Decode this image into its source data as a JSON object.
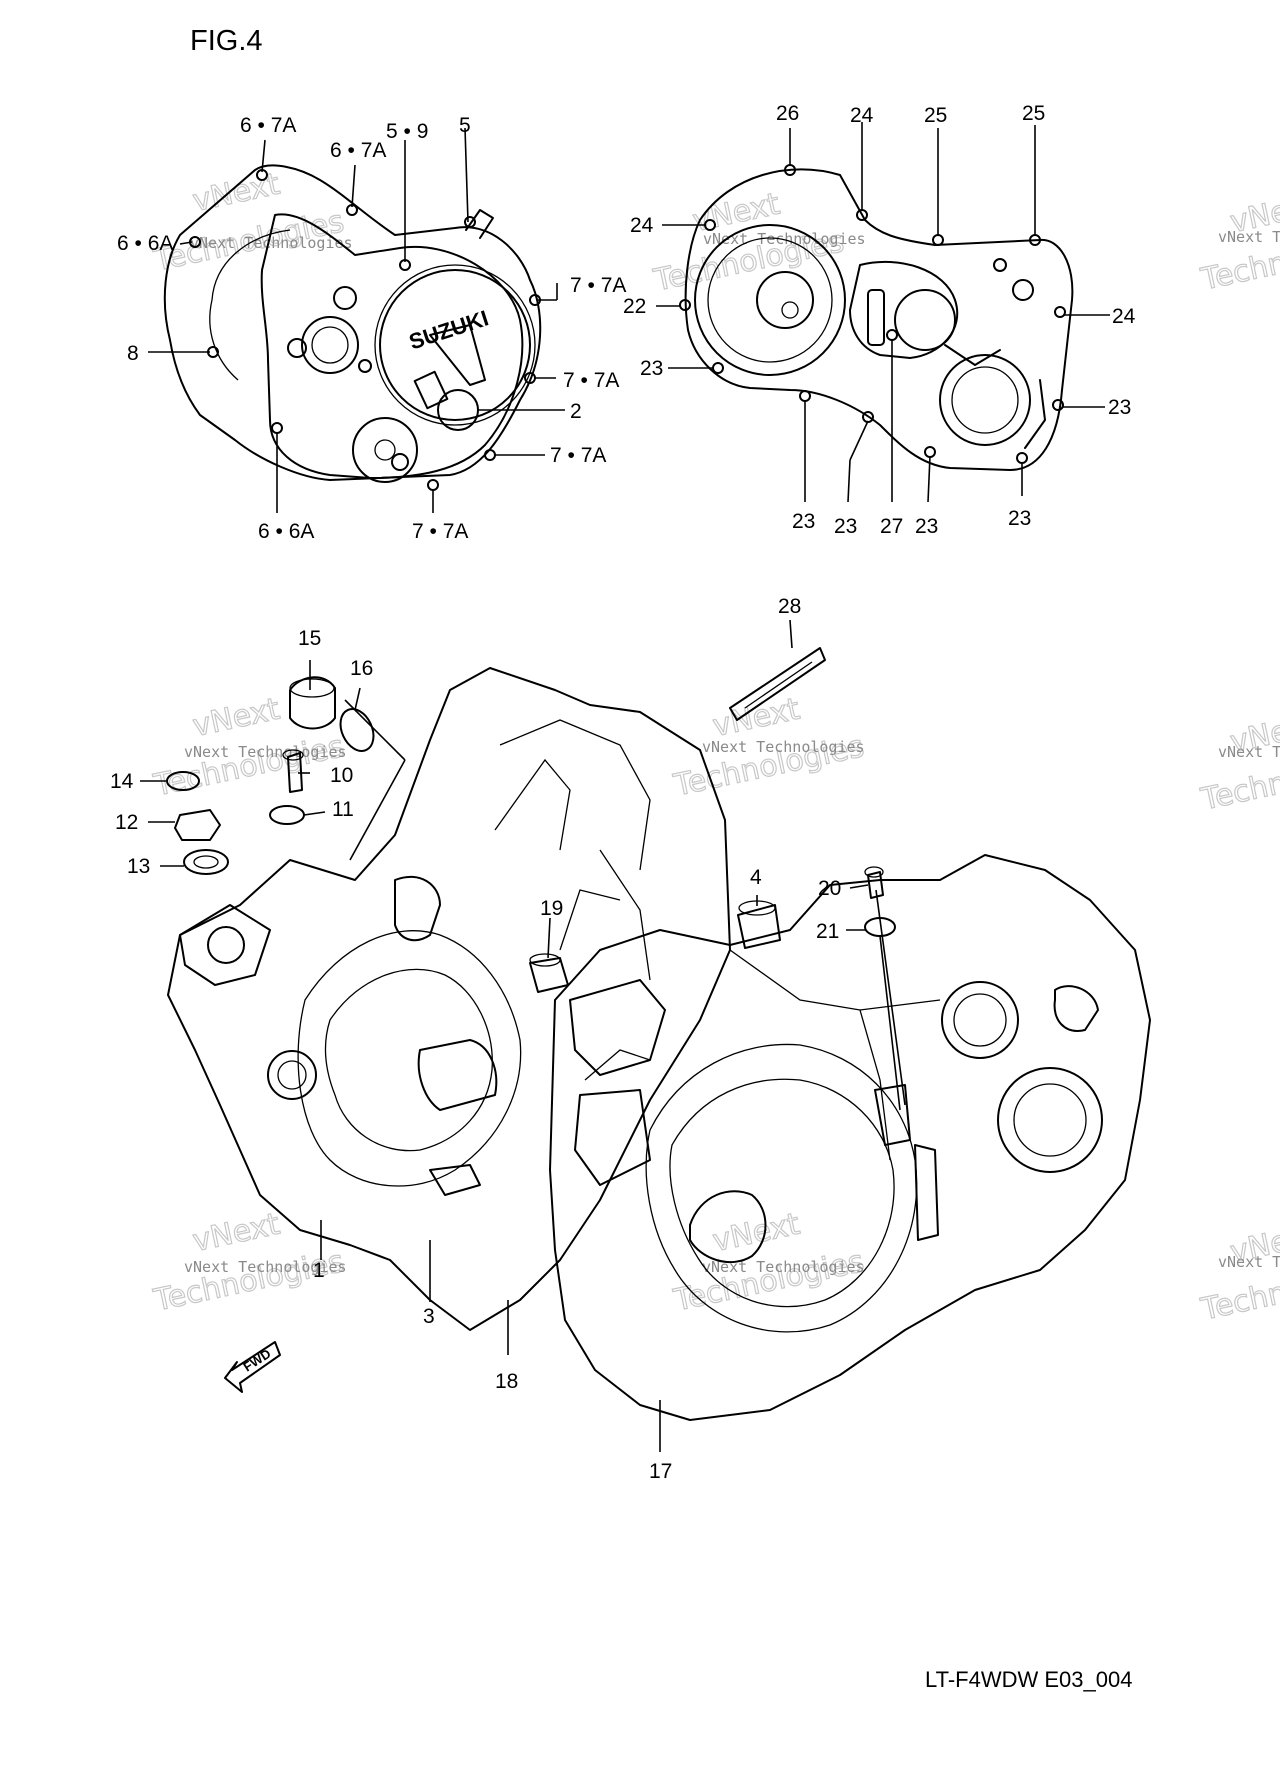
{
  "figure": {
    "title": "FIG.4",
    "drawing_code": "LT-F4WDW E03_004"
  },
  "watermark": {
    "line1": "vNext",
    "line2": "Technologies",
    "small": "vNext Technologies"
  },
  "fwd_arrow": {
    "label": "FWD"
  },
  "cover_left": {
    "name": "SUZUKI",
    "callouts": [
      {
        "id": "lc1",
        "text": "6 • 7A"
      },
      {
        "id": "lc2",
        "text": "6 • 7A"
      },
      {
        "id": "lc3",
        "text": "5 • 9"
      },
      {
        "id": "lc4",
        "text": "5"
      },
      {
        "id": "lc5",
        "text": "6 • 6A"
      },
      {
        "id": "lc6",
        "text": "7 • 7A"
      },
      {
        "id": "lc7",
        "text": "8"
      },
      {
        "id": "lc8",
        "text": "7 • 7A"
      },
      {
        "id": "lc9",
        "text": "2"
      },
      {
        "id": "lc10",
        "text": "7 • 7A"
      },
      {
        "id": "lc11",
        "text": "6 • 6A"
      },
      {
        "id": "lc12",
        "text": "7 • 7A"
      }
    ]
  },
  "cover_right": {
    "callouts": [
      {
        "id": "rc1",
        "text": "26"
      },
      {
        "id": "rc2",
        "text": "24"
      },
      {
        "id": "rc3",
        "text": "25"
      },
      {
        "id": "rc4",
        "text": "25"
      },
      {
        "id": "rc5",
        "text": "24"
      },
      {
        "id": "rc6",
        "text": "22"
      },
      {
        "id": "rc7",
        "text": "24"
      },
      {
        "id": "rc8",
        "text": "23"
      },
      {
        "id": "rc9",
        "text": "23"
      },
      {
        "id": "rc10",
        "text": "23"
      },
      {
        "id": "rc11",
        "text": "23"
      },
      {
        "id": "rc12",
        "text": "27"
      },
      {
        "id": "rc13",
        "text": "23"
      },
      {
        "id": "rc14",
        "text": "23"
      }
    ]
  },
  "crankcase": {
    "callouts": [
      {
        "id": "cc1",
        "text": "28"
      },
      {
        "id": "cc2",
        "text": "15"
      },
      {
        "id": "cc3",
        "text": "16"
      },
      {
        "id": "cc4",
        "text": "14"
      },
      {
        "id": "cc5",
        "text": "10"
      },
      {
        "id": "cc6",
        "text": "12"
      },
      {
        "id": "cc7",
        "text": "11"
      },
      {
        "id": "cc8",
        "text": "13"
      },
      {
        "id": "cc9",
        "text": "4"
      },
      {
        "id": "cc10",
        "text": "20"
      },
      {
        "id": "cc11",
        "text": "19"
      },
      {
        "id": "cc12",
        "text": "21"
      },
      {
        "id": "cc13",
        "text": "1"
      },
      {
        "id": "cc14",
        "text": "3"
      },
      {
        "id": "cc15",
        "text": "18"
      },
      {
        "id": "cc16",
        "text": "17"
      }
    ]
  }
}
